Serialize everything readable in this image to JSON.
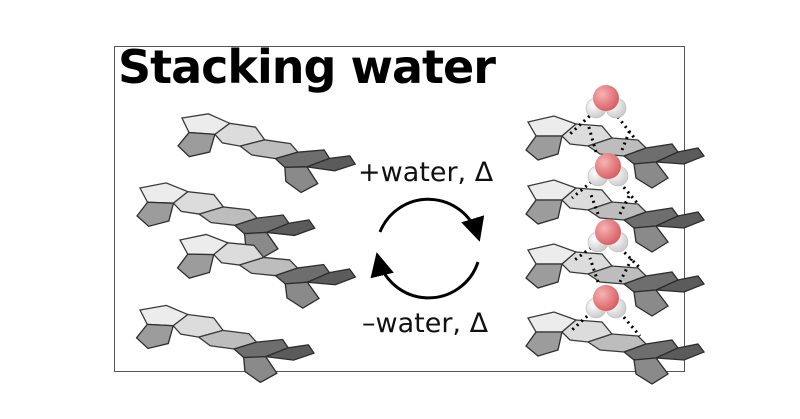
{
  "title": "Stacking water",
  "forward_condition": "+water, Δ",
  "reverse_condition": "–water, Δ",
  "colors": {
    "ring_light": "#e6e6e6",
    "ring_mid": "#bcbcbc",
    "ring_dark": "#6f6f6f",
    "ring_edge": "#3a3a3a",
    "oxygen": "#e9777a",
    "hydrogen": "#f4f4f4",
    "arrow": "#000000"
  },
  "left_molecule_count": 4,
  "right_molecule_count": 4,
  "water_count": 4
}
